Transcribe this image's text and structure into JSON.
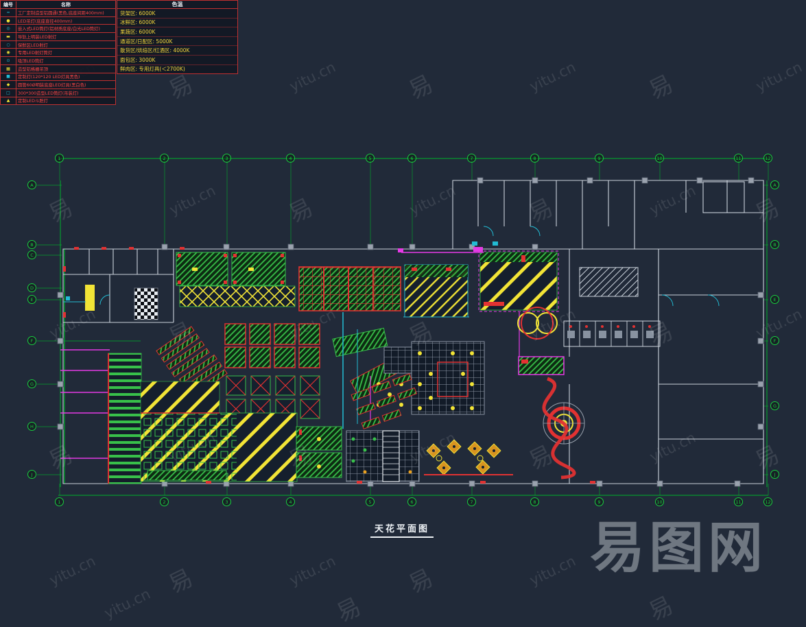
{
  "title": "天花平面图",
  "watermark": {
    "yitu": "yitu.cn",
    "yi": "易",
    "brand": "易图网"
  },
  "legend": {
    "col_no": "编号",
    "col_name": "名称",
    "rows": [
      {
        "sym": "━",
        "name": "工厂定制造型铝圆通(黑色,底座间距400mm)"
      },
      {
        "sym": "●",
        "name": "LED吊灯(底座直径400mm)"
      },
      {
        "sym": "◎",
        "name": "嵌入式LED筒灯(铝材质底座/白光LED筒灯)"
      },
      {
        "sym": "▬",
        "name": "导轨上明装LED射灯"
      },
      {
        "sym": "○",
        "name": "保鲜区LED射灯"
      },
      {
        "sym": "◉",
        "name": "专用LED射灯筒灯"
      },
      {
        "sym": "⊙",
        "name": "吸顶LED筒灯"
      },
      {
        "sym": "▦",
        "name": "造型铝格栅吊顶"
      },
      {
        "sym": "■",
        "name": "定制灯(120*120 LED灯具黑色)"
      },
      {
        "sym": "◆",
        "name": "圆管60Ø明装底座LED灯具(黑白色)"
      },
      {
        "sym": "□",
        "name": "300*300造型LED筒灯(吊装灯)"
      },
      {
        "sym": "▲",
        "name": "定制LED斗胆灯"
      }
    ]
  },
  "color_temp": {
    "title": "色温",
    "rows": [
      "货架区: 6000K",
      "冰鲜区: 6000K",
      "果蔬区: 6000K",
      "通道区/日配区: 5000K",
      "散货区/烘焙区/红酒区: 4000K",
      "面包区: 3000K",
      "鲜肉区: 专用灯具(＜2700K)"
    ]
  },
  "grid": {
    "top": [
      "1",
      "2",
      "3",
      "4",
      "5",
      "6",
      "7",
      "8",
      "9",
      "10",
      "11",
      "12"
    ],
    "bottom": [
      "1",
      "2",
      "3",
      "4",
      "5",
      "6",
      "7",
      "8",
      "9",
      "10",
      "11",
      "12"
    ],
    "left": [
      "A",
      "B",
      "C",
      "D",
      "E",
      "F",
      "G",
      "H",
      "J"
    ],
    "right": [
      "A",
      "B",
      "E",
      "F",
      "G",
      "J"
    ]
  },
  "colors": {
    "background": "#212a39",
    "grid_green": "#00b32c",
    "wall_white": "#ccd3dc",
    "hatch_green": "#38c04a",
    "stripe_yellow": "#f2e436",
    "accent_red": "#e23232",
    "accent_magenta": "#e63ae6",
    "accent_cyan": "#22bcd4",
    "legend_red": "#ff4545",
    "temp_yellow": "#f2d53a"
  }
}
